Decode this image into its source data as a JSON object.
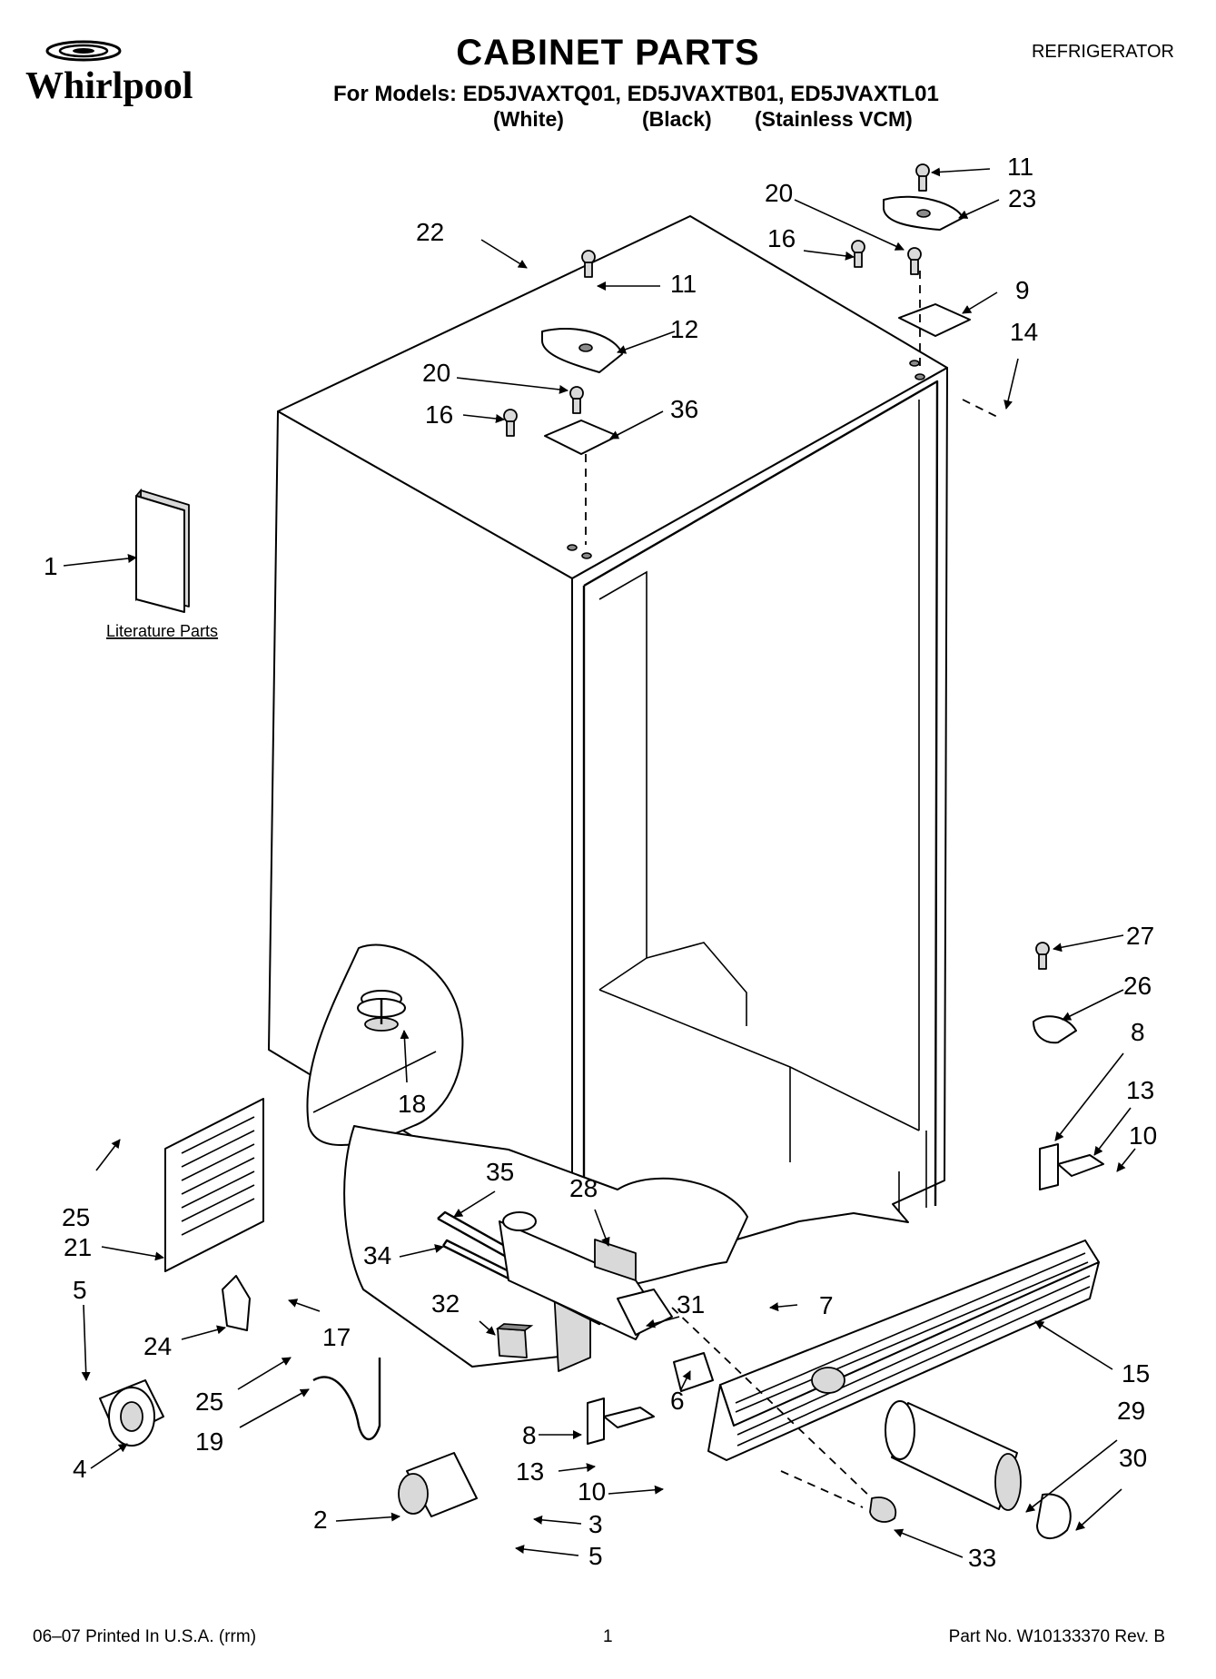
{
  "header": {
    "brand": "Whirlpool",
    "title": "CABINET PARTS",
    "models_line": "For Models: ED5JVAXTQ01, ED5JVAXTB01, ED5JVAXTL01",
    "finishes": [
      "(White)",
      "(Black)",
      "(Stainless VCM)"
    ],
    "category": "REFRIGERATOR"
  },
  "diagram": {
    "callouts": [
      "1",
      "2",
      "3",
      "4",
      "5",
      "5",
      "6",
      "7",
      "8",
      "8",
      "9",
      "10",
      "10",
      "11",
      "11",
      "12",
      "13",
      "13",
      "14",
      "15",
      "16",
      "16",
      "17",
      "18",
      "19",
      "20",
      "20",
      "21",
      "22",
      "23",
      "24",
      "25",
      "25",
      "26",
      "27",
      "28",
      "29",
      "30",
      "31",
      "32",
      "33",
      "34",
      "35",
      "36"
    ],
    "literature_label": "Literature Parts"
  },
  "footer": {
    "printed": "06–07 Printed In U.S.A. (rrm)",
    "page": "1",
    "part_no": "Part No. W10133370 Rev. B"
  },
  "icons": {
    "logo": "whirlpool-logo-icon",
    "arrow": "callout-arrow-icon"
  }
}
